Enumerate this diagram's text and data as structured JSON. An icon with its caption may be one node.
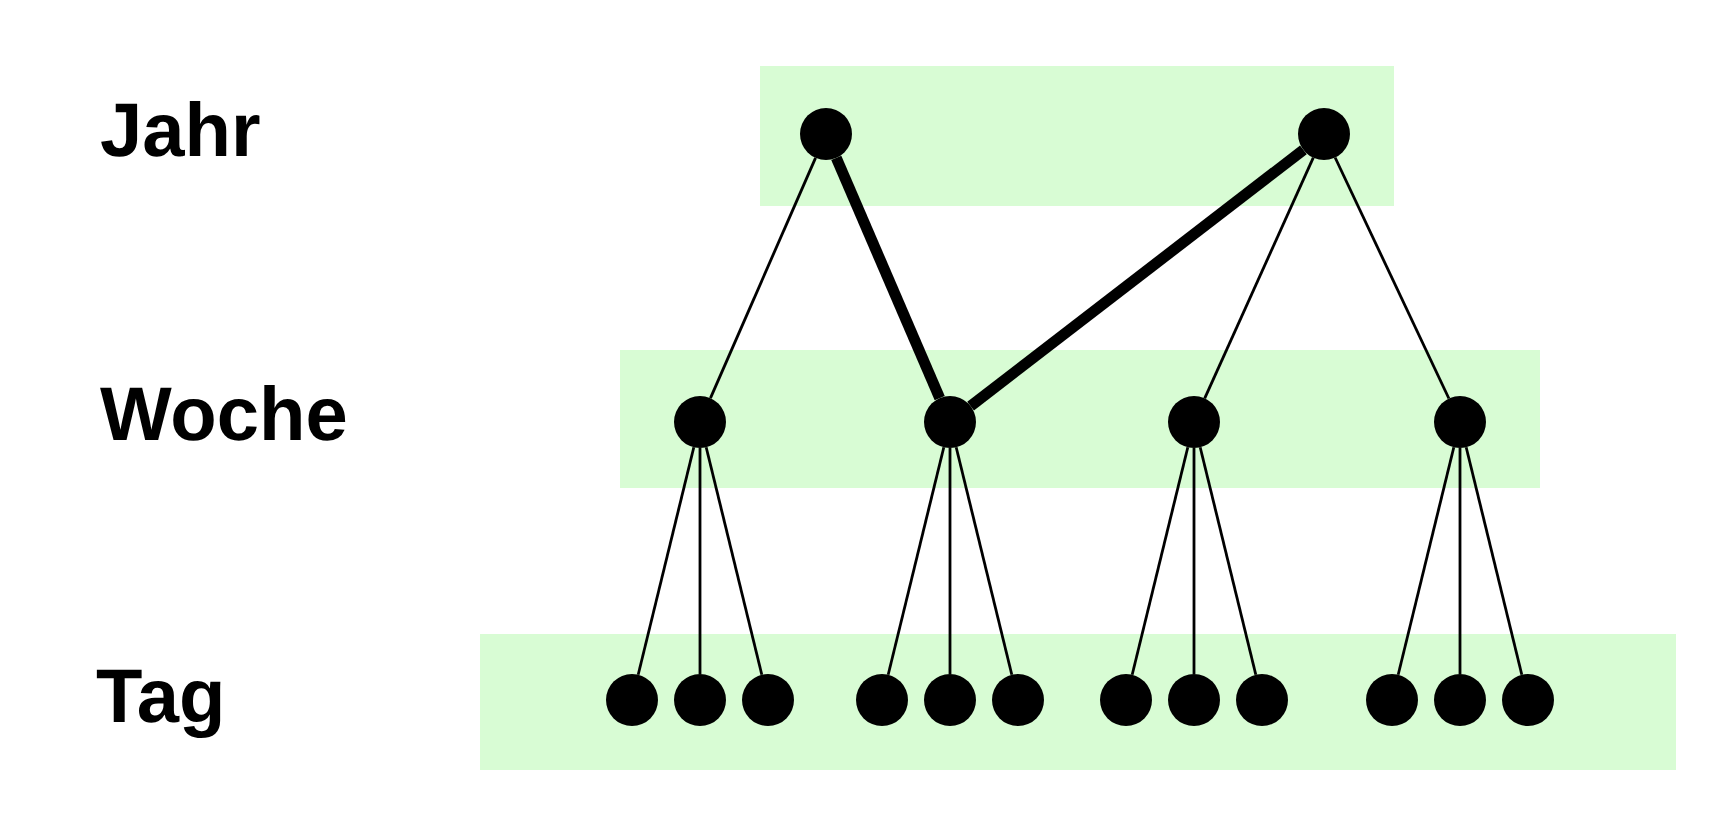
{
  "diagram": {
    "nodes": [
      {
        "text": [],
        "shape": "band"
      },
      {
        "text": [],
        "shape": "circle",
        "in": 0
      },
      {
        "text": [],
        "shape": "circle",
        "in": 0
      },
      {
        "text": [],
        "shape": "band"
      },
      {
        "text": [],
        "shape": "circle",
        "in": 3
      },
      {
        "text": [],
        "shape": "circle",
        "in": 3
      },
      {
        "text": [],
        "shape": "circle",
        "in": 3
      },
      {
        "text": [],
        "shape": "circle",
        "in": 3
      },
      {
        "text": [],
        "shape": "band"
      },
      {
        "text": [],
        "shape": "circle",
        "in": 8
      },
      {
        "text": [],
        "shape": "circle",
        "in": 8
      },
      {
        "text": [],
        "shape": "circle",
        "in": 8
      },
      {
        "text": [],
        "shape": "circle",
        "in": 8
      },
      {
        "text": [],
        "shape": "circle",
        "in": 8
      },
      {
        "text": [],
        "shape": "circle",
        "in": 8
      },
      {
        "text": [],
        "shape": "circle",
        "in": 8
      },
      {
        "text": [],
        "shape": "circle",
        "in": 8
      },
      {
        "text": [],
        "shape": "circle",
        "in": 8
      },
      {
        "text": [],
        "shape": "circle",
        "in": 8
      },
      {
        "text": [],
        "shape": "circle",
        "in": 8
      },
      {
        "text": [],
        "shape": "circle",
        "in": 8
      }
    ],
    "edges": [
      {
        "from": 1,
        "to": 4,
        "arrow": "none"
      },
      {
        "from": 1,
        "to": 5,
        "arrow": "none",
        "style": "thick"
      },
      {
        "from": 2,
        "to": 5,
        "arrow": "none",
        "style": "thick"
      },
      {
        "from": 2,
        "to": 6,
        "arrow": "none"
      },
      {
        "from": 2,
        "to": 7,
        "arrow": "none"
      },
      {
        "from": 4,
        "to": 9,
        "arrow": "none"
      },
      {
        "from": 4,
        "to": 10,
        "arrow": "none"
      },
      {
        "from": 4,
        "to": 11,
        "arrow": "none"
      },
      {
        "from": 5,
        "to": 12,
        "arrow": "none"
      },
      {
        "from": 5,
        "to": 13,
        "arrow": "none"
      },
      {
        "from": 5,
        "to": 14,
        "arrow": "none"
      },
      {
        "from": 6,
        "to": 15,
        "arrow": "none"
      },
      {
        "from": 6,
        "to": 16,
        "arrow": "none"
      },
      {
        "from": 6,
        "to": 17,
        "arrow": "none"
      },
      {
        "from": 7,
        "to": 18,
        "arrow": "none"
      },
      {
        "from": 7,
        "to": 19,
        "arrow": "none"
      },
      {
        "from": 7,
        "to": 20,
        "arrow": "none"
      }
    ],
    "labels": [
      "Jahr",
      "Woche",
      "Tag"
    ]
  }
}
